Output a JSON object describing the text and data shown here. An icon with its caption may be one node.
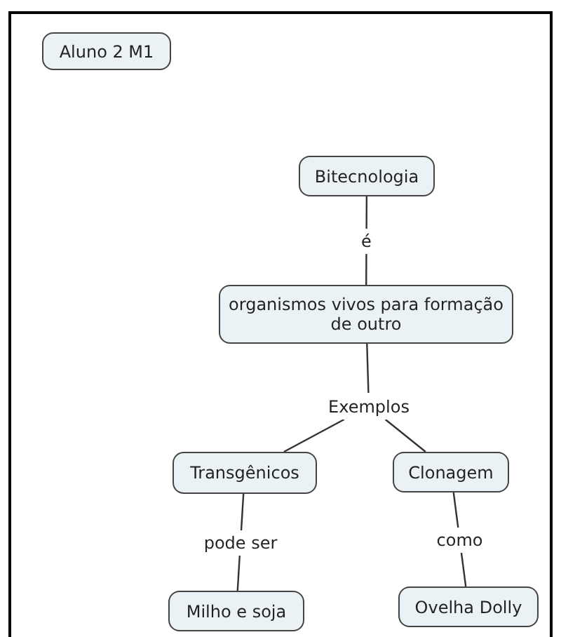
{
  "diagram": {
    "nodes": [
      {
        "text": [
          "Aluno 2  M1"
        ]
      },
      {
        "text": [
          "Bitecnologia"
        ]
      },
      {
        "text": [
          "organismos vivos para formação de outro"
        ]
      },
      {
        "text": [
          "Exemplos"
        ]
      },
      {
        "text": [
          "Transgênicos"
        ]
      },
      {
        "text": [
          "Clonagem"
        ]
      },
      {
        "text": [
          "Milho e soja"
        ]
      },
      {
        "text": [
          "Ovelha Dolly"
        ]
      }
    ],
    "edges": [
      {
        "from": 1,
        "to": 2,
        "arrow": "none",
        "label": "é"
      },
      {
        "from": 2,
        "to": 3,
        "arrow": "none"
      },
      {
        "from": 3,
        "to": 4,
        "arrow": "none"
      },
      {
        "from": 3,
        "to": 5,
        "arrow": "none"
      },
      {
        "from": 4,
        "to": 6,
        "arrow": "none",
        "label": "pode ser"
      },
      {
        "from": 5,
        "to": 7,
        "arrow": "none",
        "label": "como"
      }
    ]
  }
}
